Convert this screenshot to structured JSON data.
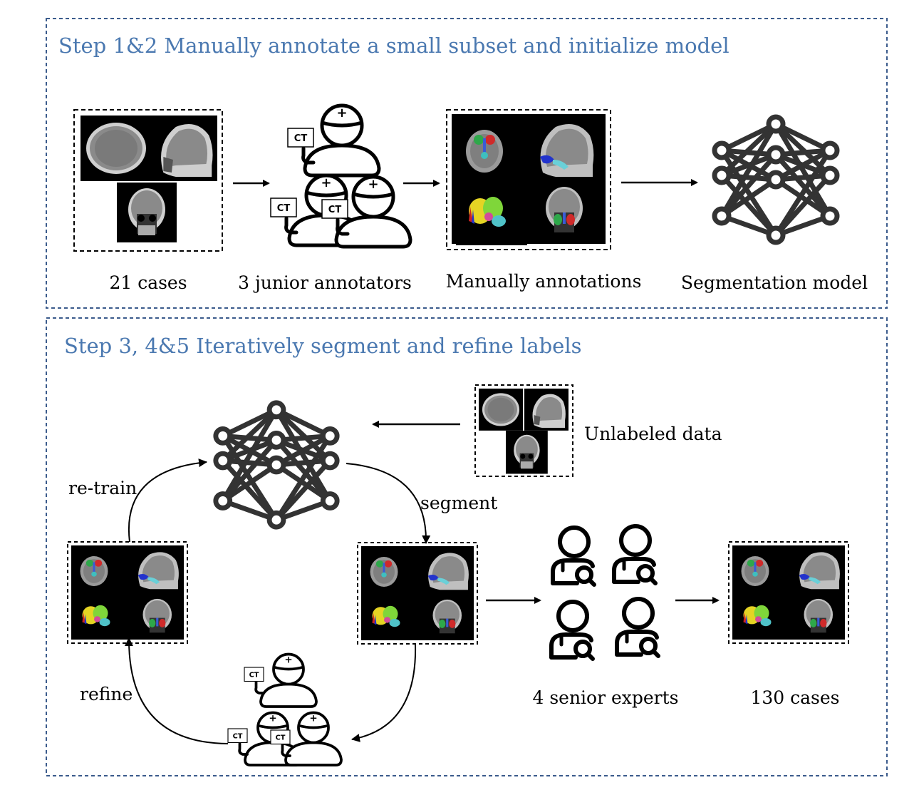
{
  "step1": {
    "title": "Step 1&2 Manually annotate a small subset and initialize model",
    "captions": {
      "cases": "21 cases",
      "annotators": "3 junior annotators",
      "annotations": "Manually annotations",
      "model": "Segmentation model"
    }
  },
  "step2": {
    "title": "Step 3, 4&5 Iteratively segment and refine labels",
    "captions": {
      "unlabeled": "Unlabeled data",
      "retrain": "re-train",
      "segment": "segment",
      "refine": "refine",
      "experts": "4 senior experts",
      "final_cases": "130 cases"
    }
  },
  "icon_text": {
    "ct": "CT"
  },
  "icons": [
    "brain-ct-scan-thumbnail",
    "annotated-ct-scan-thumbnail",
    "neural-network-icon",
    "junior-annotator-icon",
    "senior-expert-icon"
  ],
  "colors": {
    "title": "#4a78b0",
    "panel_border": "#3b5b8c",
    "ink": "#000000"
  }
}
